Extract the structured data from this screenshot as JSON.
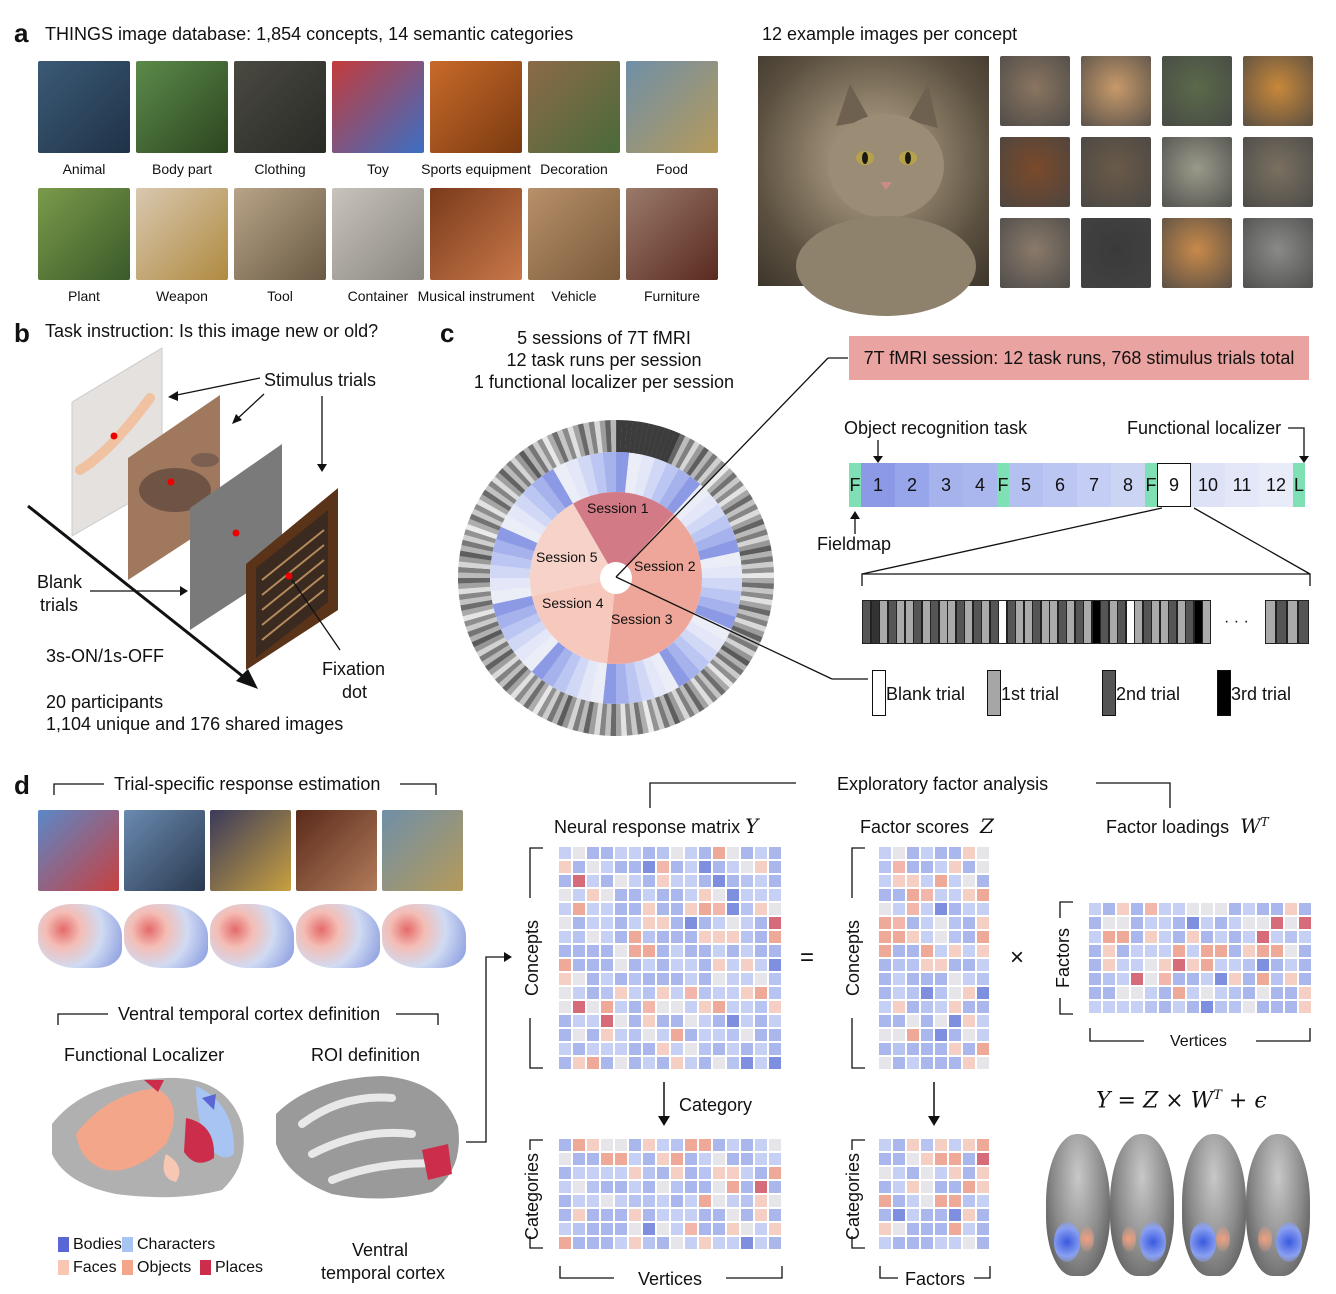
{
  "panel_a": {
    "label": "a",
    "title": "THINGS image database: 1,854 concepts, 14 semantic categories",
    "examples_title": "12 example images per concept",
    "categories": [
      "Animal",
      "Body part",
      "Clothing",
      "Toy",
      "Sports equipment",
      "Decoration",
      "Food",
      "Plant",
      "Weapon",
      "Tool",
      "Container",
      "Musical instrument",
      "Vehicle",
      "Furniture"
    ]
  },
  "panel_b": {
    "label": "b",
    "title": "Task instruction: Is this image new or old?",
    "stimulus_trials": "Stimulus trials",
    "blank_trials_1": "Blank",
    "blank_trials_2": "trials",
    "timing": "3s-ON/1s-OFF",
    "fixation_1": "Fixation",
    "fixation_2": "dot",
    "participants": "20 participants",
    "images": "1,104 unique and 176 shared images"
  },
  "panel_c": {
    "label": "c",
    "line1": "5 sessions of 7T fMRI",
    "line2": "12 task runs per session",
    "line3": "1 functional localizer per session",
    "sessions": [
      "Session 1",
      "Session 2",
      "Session 3",
      "Session 4",
      "Session 5"
    ],
    "banner": "7T fMRI session: 12 task runs, 768 stimulus trials total",
    "object_task": "Object recognition task",
    "func_loc": "Functional localizer",
    "fieldmap": "Fieldmap",
    "runs": [
      "F",
      "1",
      "2",
      "3",
      "4",
      "F",
      "5",
      "6",
      "7",
      "8",
      "F",
      "9",
      "10",
      "11",
      "12",
      "L"
    ],
    "ellipsis": "· · ·",
    "legend": [
      "Blank trial",
      "1st trial",
      "2nd trial",
      "3rd trial"
    ]
  },
  "panel_d": {
    "label": "d",
    "trial_est": "Trial-specific response estimation",
    "vtc_def": "Ventral temporal cortex definition",
    "func_loc": "Functional Localizer",
    "roi_def": "ROI definition",
    "ventral_1": "Ventral",
    "ventral_2": "temporal cortex",
    "legend": {
      "bodies": "Bodies",
      "characters": "Characters",
      "faces": "Faces",
      "objects": "Objects",
      "places": "Places"
    },
    "efa": "Exploratory factor analysis",
    "neural_matrix": "Neural response matrix",
    "neural_sym": "Y",
    "factor_scores": "Factor scores",
    "scores_sym": "Z",
    "factor_loadings": "Factor loadings",
    "loadings_sym": "W",
    "loadings_sup": "T",
    "concepts": "Concepts",
    "categories": "Categories",
    "factors": "Factors",
    "vertices": "Vertices",
    "category": "Category",
    "equals": "=",
    "times": "×",
    "equation": "Y = Z × W",
    "equation_sup": "T",
    "equation_tail": " + ϵ"
  },
  "colors": {
    "session_red": "#d27b86",
    "salmon": "#eda699",
    "banner": "#e9a3a0",
    "run_blue": "#a5b4ea",
    "run_green": "#7fe0b5",
    "bodies": "#5b66d6",
    "characters": "#a8c4f2",
    "faces": "#f7c7b4",
    "objects": "#f4a68a",
    "places": "#cc2d4a"
  }
}
